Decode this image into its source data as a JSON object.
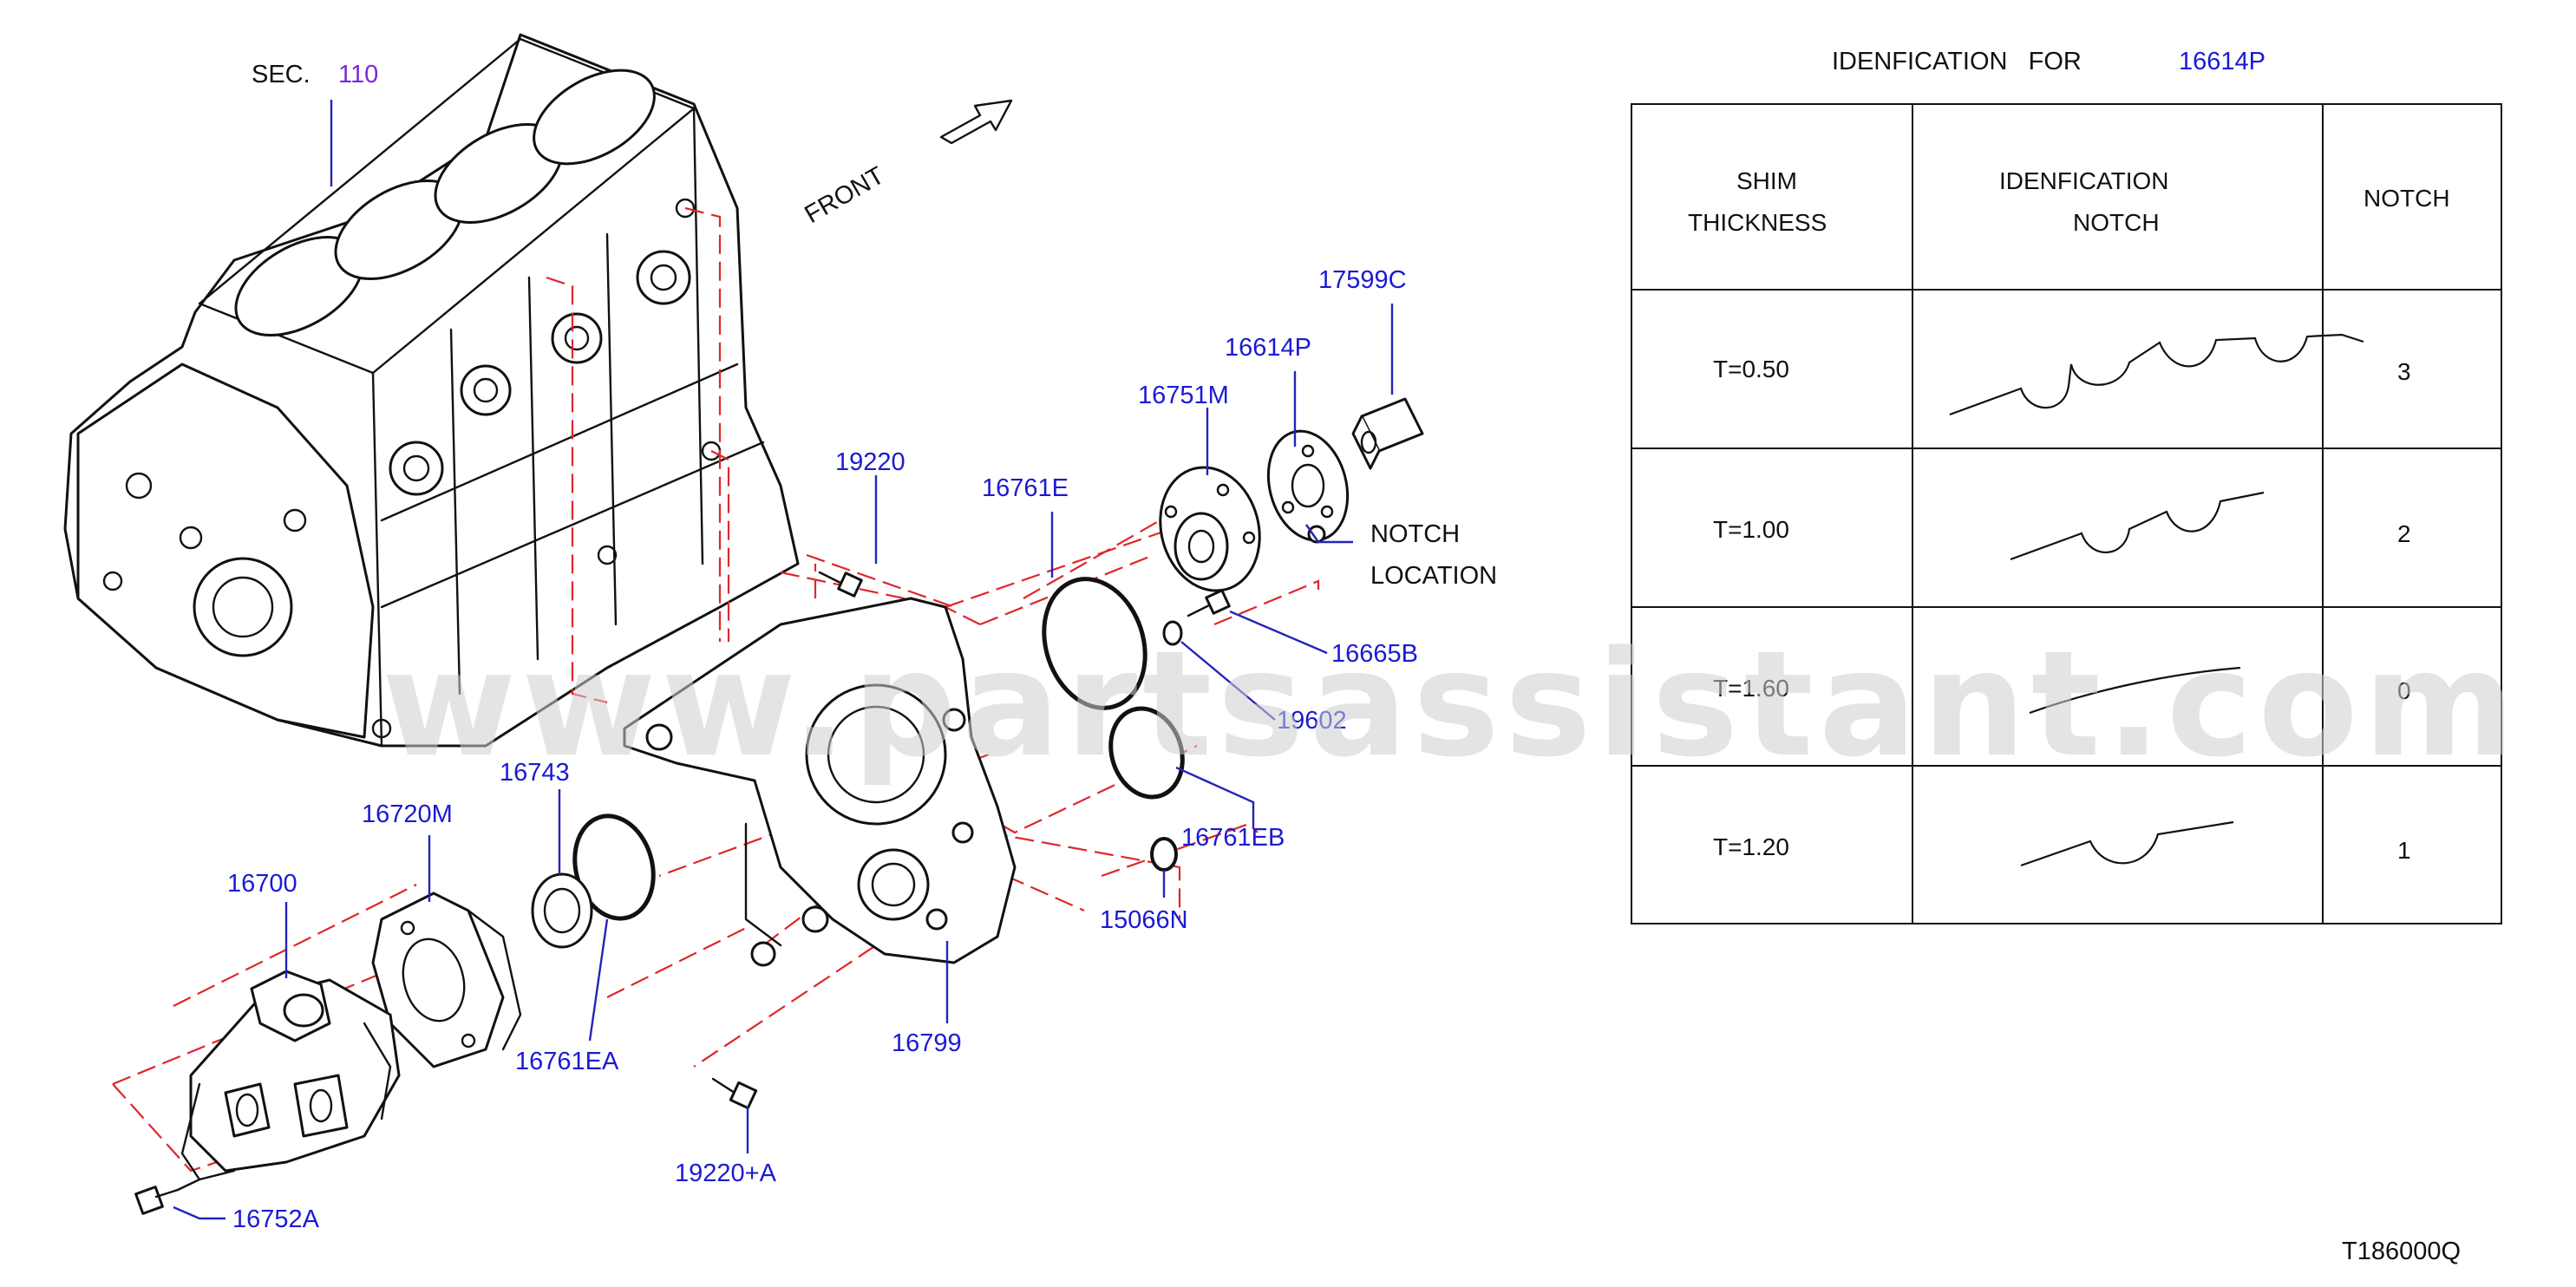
{
  "watermark": "www.partsassistant.com",
  "drawing_code": "T186000Q",
  "front_label": "FRONT",
  "section": {
    "prefix": "SEC.",
    "number": "110"
  },
  "notch_location": {
    "line1": "NOTCH",
    "line2": "LOCATION"
  },
  "parts": {
    "p17599C": "17599C",
    "p16614P": "16614P",
    "p16751M": "16751M",
    "p16761E": "16761E",
    "p19220": "19220",
    "p16665B": "16665B",
    "p19602": "19602",
    "p16761EB": "16761EB",
    "p15066N": "15066N",
    "p16743": "16743",
    "p16720M": "16720M",
    "p16700": "16700",
    "p16761EA": "16761EA",
    "p16799": "16799",
    "p19220A": "19220+A",
    "p16752A": "16752A"
  },
  "table": {
    "title": "IDENFICATION   FOR",
    "title_part": "16614P",
    "header": {
      "col1_l1": "SHIM",
      "col1_l2": "THICKNESS",
      "col2_l1": "IDENFICATION",
      "col2_l2": "NOTCH",
      "col3": "NOTCH"
    },
    "rows": [
      {
        "thickness": "T=0.50",
        "notch": "3"
      },
      {
        "thickness": "T=1.00",
        "notch": "2"
      },
      {
        "thickness": "T=1.60",
        "notch": "0"
      },
      {
        "thickness": "T=1.20",
        "notch": "1"
      }
    ]
  }
}
